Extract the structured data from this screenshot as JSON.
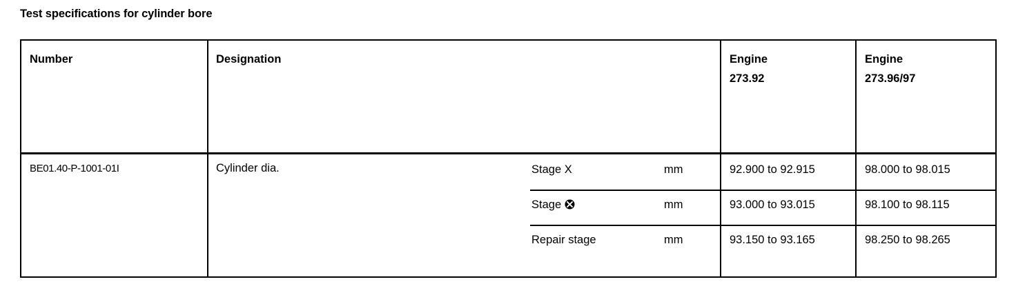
{
  "title": "Test specifications for cylinder bore",
  "table": {
    "headers": {
      "number": "Number",
      "designation": "Designation",
      "engine1_line1": "Engine",
      "engine1_line2": "273.92",
      "engine2_line1": "Engine",
      "engine2_line2": "273.96/97"
    },
    "row": {
      "number": "BE01.40-P-1001-01I",
      "designation": "Cylinder dia.",
      "subrows": [
        {
          "stage": "Stage X",
          "symbol": "",
          "unit": "mm",
          "engine_273_92": "92.900 to 92.915",
          "engine_273_96_97": "98.000 to 98.015"
        },
        {
          "stage": "Stage",
          "symbol": "circled-x-icon",
          "unit": "mm",
          "engine_273_92": "93.000 to 93.015",
          "engine_273_96_97": "98.100 to 98.115"
        },
        {
          "stage": "Repair stage",
          "symbol": "",
          "unit": "mm",
          "engine_273_92": "93.150 to 93.165",
          "engine_273_96_97": "98.250 to 98.265"
        }
      ]
    }
  },
  "colors": {
    "text": "#000000",
    "background": "#ffffff",
    "border": "#000000"
  }
}
